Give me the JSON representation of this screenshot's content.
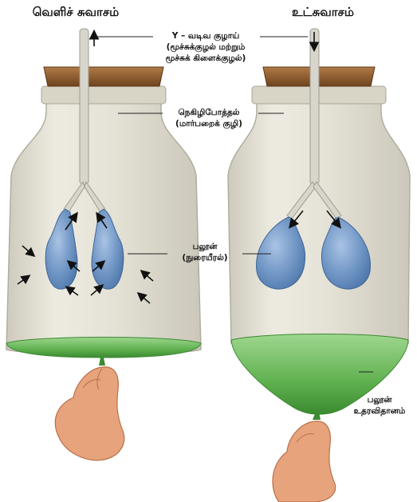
{
  "titles": {
    "left": "வெளிச் சுவாசம்",
    "right": "உட்சுவாசம்"
  },
  "labels": {
    "y_tube": [
      "Y – வடிவ குழாய்",
      "(மூச்சுக்குழல் மற்றும்",
      "மூச்சுக் கிளைக்குழல்)"
    ],
    "bell_jar": [
      "நெகிழிபோத்தல்",
      "(மார்பறைக் குழி)"
    ],
    "balloon_lungs": [
      "பலூன்",
      "(நுரையீரல்)"
    ],
    "balloon_diaphragm": [
      "பலூன்",
      "உதரவிதானம்"
    ]
  },
  "colors": {
    "cork": "#8b5a2b",
    "jar_glass": "#dcd8c8",
    "lung_balloon": "#6f95c4",
    "diaphragm_balloon": "#5fb14f",
    "skin": "#e7a37b"
  }
}
